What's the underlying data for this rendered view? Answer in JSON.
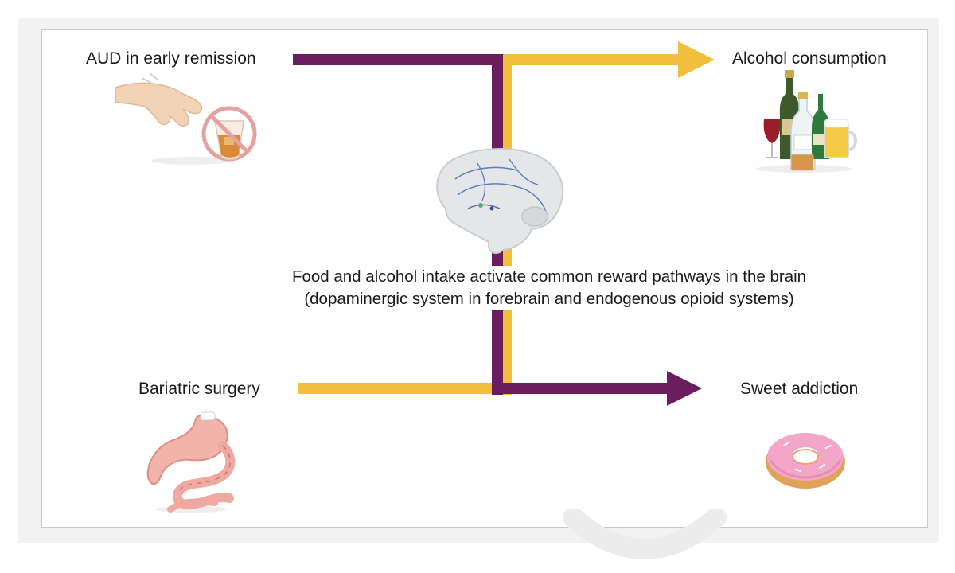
{
  "labels": {
    "aud": "AUD in early remission",
    "alcohol": "Alcohol consumption",
    "bariatric": "Bariatric surgery",
    "sweet": "Sweet addiction"
  },
  "center_text": {
    "line1": "Food and alcohol intake activate common reward pathways in the brain",
    "line2": "(dopaminergic system in forebrain and endogenous opioid systems)"
  },
  "colors": {
    "purple": "#6b1e5e",
    "yellow": "#f2bf3c"
  },
  "icons": [
    "hand-refusing-drink-icon",
    "alcohol-bottles-icon",
    "brain-icon",
    "stomach-icon",
    "donut-icon"
  ]
}
